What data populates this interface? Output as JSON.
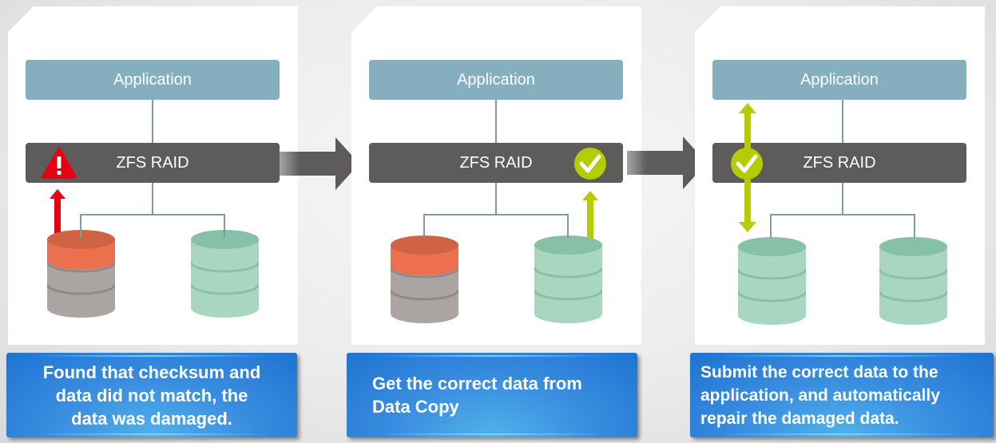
{
  "diagram": {
    "colors": {
      "application": "#85afbf",
      "raid": "#5e5c5a",
      "connector": "#7e9ba8",
      "damaged_disk_top": "#ec7050",
      "damaged_disk_body": "#aaa5a2",
      "healthy_disk": "#a9d6c0",
      "error_red": "#e60012",
      "ok_green": "#b5cc00",
      "caption_blue": "#2a7fd8"
    },
    "steps": [
      {
        "application_label": "Application",
        "raid_label": "ZFS RAID",
        "status_icon": "warning-icon",
        "left_disk": "damaged",
        "right_disk": "healthy",
        "data_flow": "damaged disk up to RAID (red arrow)",
        "caption": [
          "Found that checksum and",
          "data did not match, the",
          "data was damaged."
        ]
      },
      {
        "application_label": "Application",
        "raid_label": "ZFS RAID",
        "status_icon": "check-icon",
        "left_disk": "damaged",
        "right_disk": "healthy",
        "data_flow": "healthy copy up to RAID (green arrow)",
        "caption": [
          "Get the correct data from",
          "Data Copy"
        ]
      },
      {
        "application_label": "Application",
        "raid_label": "ZFS RAID",
        "status_icon": "check-icon",
        "left_disk": "healthy",
        "right_disk": "healthy",
        "data_flow": "RAID to application and to repaired disk (green double arrow)",
        "caption": [
          "Submit the correct data to the",
          "application, and automatically",
          "repair the damaged data."
        ]
      }
    ]
  }
}
